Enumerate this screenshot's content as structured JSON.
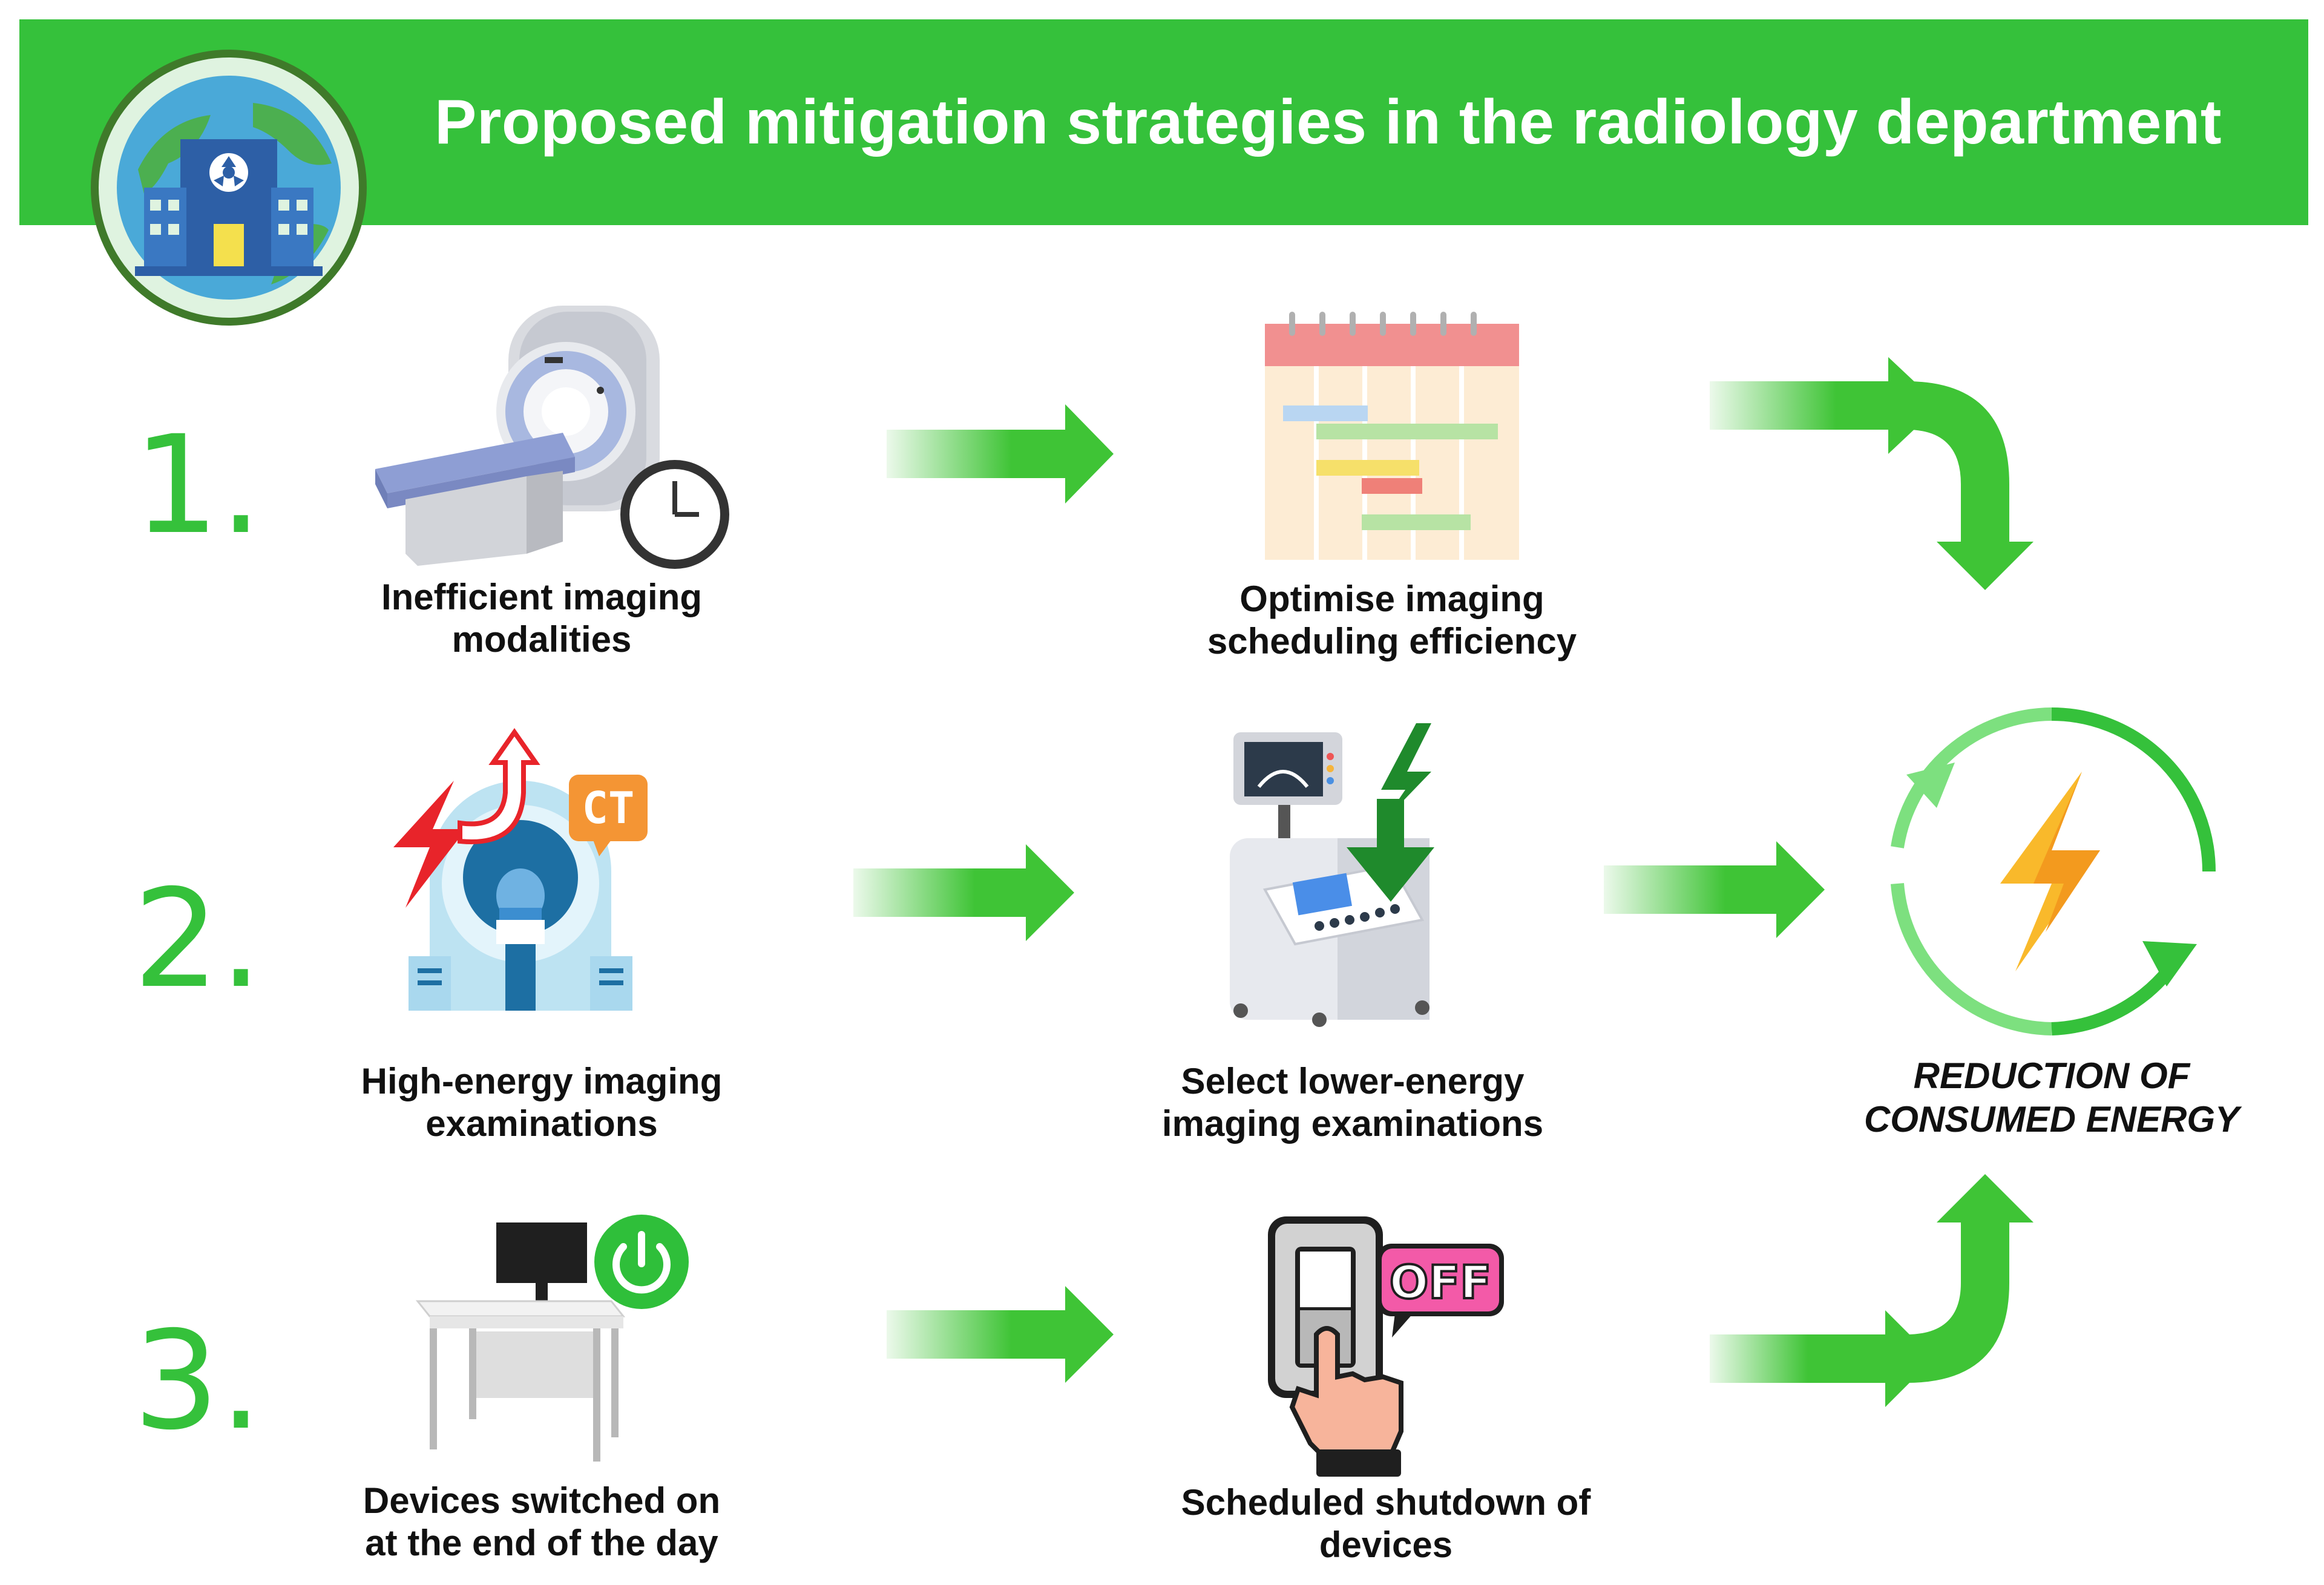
{
  "header": {
    "title": "Proposed mitigation strategies in the radiology department"
  },
  "rows": [
    {
      "number": "1.",
      "problem": [
        "Inefficient imaging",
        "modalities"
      ],
      "solution": [
        "Optimise imaging",
        "scheduling efficiency"
      ]
    },
    {
      "number": "2.",
      "problem": [
        "High-energy imaging",
        "examinations"
      ],
      "solution": [
        "Select lower-energy",
        "imaging examinations"
      ]
    },
    {
      "number": "3.",
      "problem": [
        "Devices switched on",
        "at the end of the day"
      ],
      "solution": [
        "Scheduled shutdown of",
        "devices"
      ]
    }
  ],
  "result": [
    "REDUCTION OF",
    "CONSUMED ENERGY"
  ],
  "icons": {
    "ct_badge": "CT",
    "off_badge": "OFF"
  },
  "colors": {
    "accent": "#35c13b",
    "arrow_green": "#3fc436",
    "bolt": "#f9b92b"
  }
}
